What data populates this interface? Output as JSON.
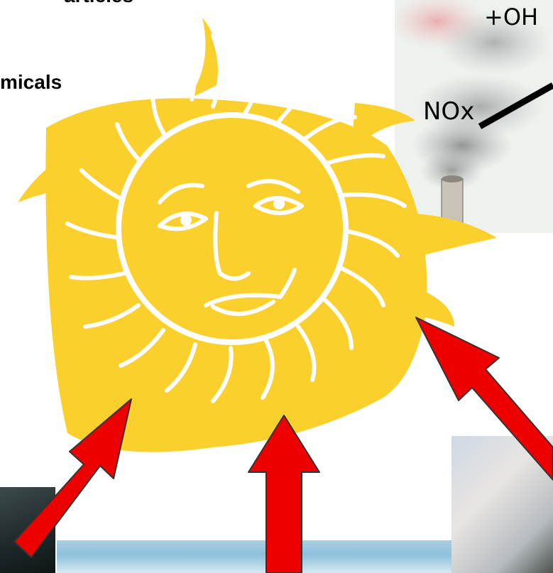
{
  "texts": {
    "partial_top": "articles",
    "partial_left": "micals"
  },
  "diagram": {
    "oh_label": "+OH",
    "nox_label": "NOx"
  },
  "colors": {
    "sun": "#fcd02c",
    "arrow": "#ee0000",
    "background": "#ffffff"
  }
}
